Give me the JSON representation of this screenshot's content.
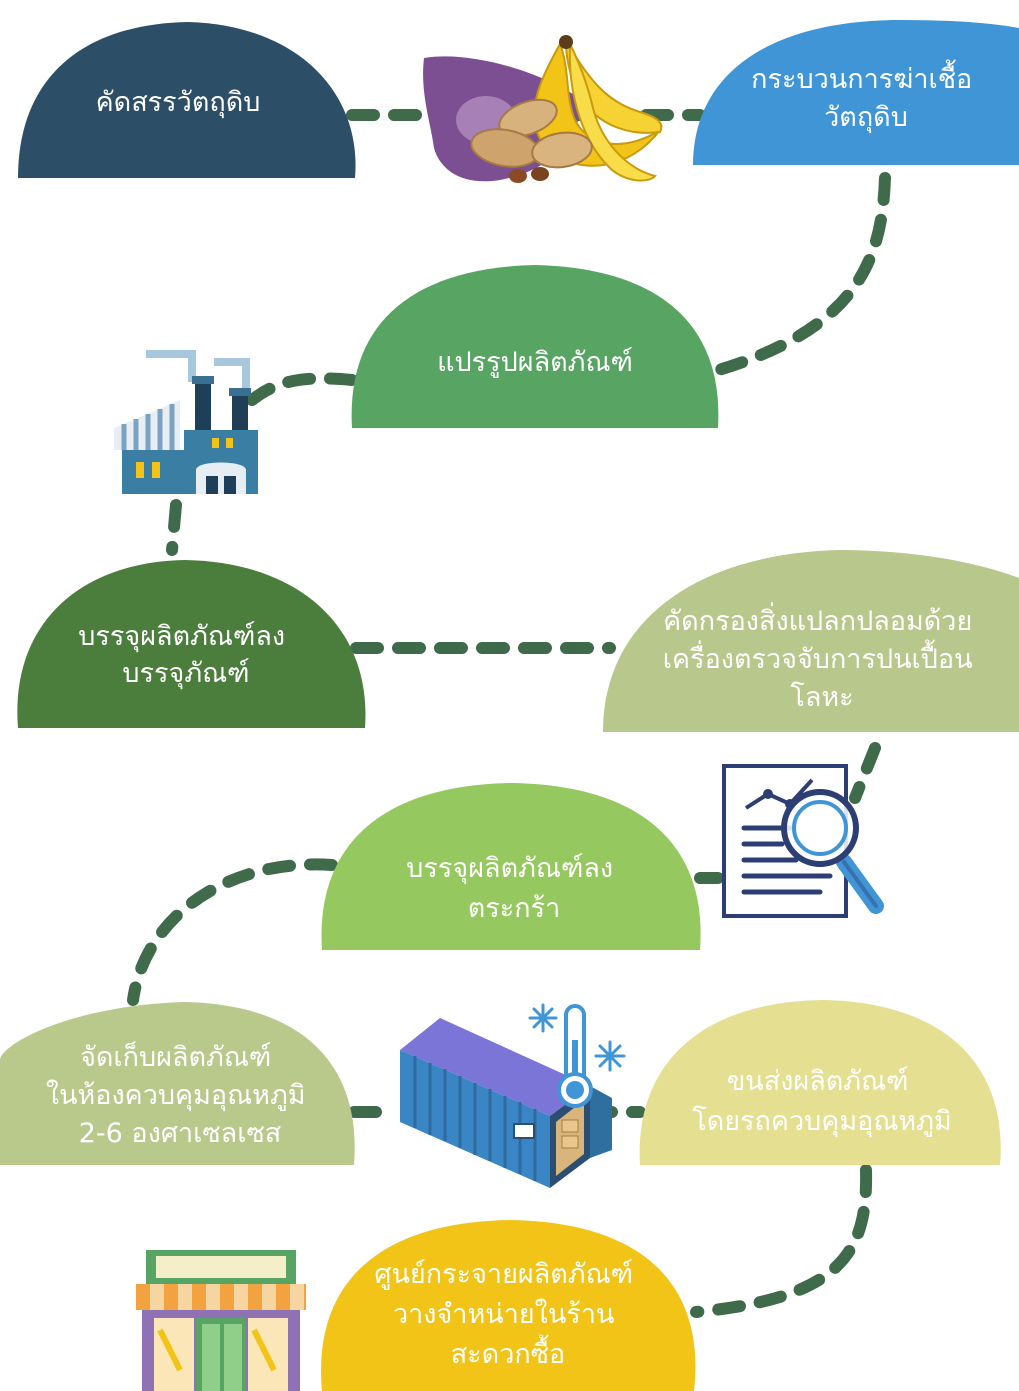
{
  "steps": {
    "raw_sorting": {
      "line1": "คัดสรรวัตถุดิบ"
    },
    "sterilization": {
      "line1": "กระบวนการฆ่าเชื้อ",
      "line2": "วัตถุดิบ"
    },
    "processing": {
      "line1": "แปรรูปผลิตภัณฑ์"
    },
    "packaging": {
      "line1": "บรรจุผลิตภัณฑ์ลง",
      "line2": "บรรจุภัณฑ์"
    },
    "metal_detection": {
      "line1": "คัดกรองสิ่งแปลกปลอมด้วย",
      "line2": "เครื่องตรวจจับการปนเปื้อน",
      "line3": "โลหะ"
    },
    "basket_packing": {
      "line1": "บรรจุผลิตภัณฑ์ลง",
      "line2": "ตระกร้า"
    },
    "cold_storage": {
      "line1": "จัดเก็บผลิตภัณฑ์",
      "line2": "ในห้องควบคุมอุณหภูมิ",
      "line3": "2-6 องศาเซลเซส"
    },
    "cold_transport": {
      "line1": "ขนส่งผลิตภัณฑ์",
      "line2": "โดยรถควบคุมอุณหภูมิ"
    },
    "distribution": {
      "line1": "ศูนย์กระจายผลิตภัณฑ์",
      "line2": "วางจำหน่ายในร้าน",
      "line3": "สะดวกซื้อ"
    }
  },
  "colors": {
    "connector": "#3f6b4b",
    "raw_sorting": "#2c4f67",
    "sterilization": "#3f95d6",
    "processing": "#57a463",
    "packaging": "#4b7d3c",
    "metal_detection": "#b8c78c",
    "basket_packing": "#95c85e",
    "cold_storage": "#b9c98c",
    "cold_transport": "#e5df92",
    "distribution": "#f2c418"
  },
  "icons": [
    "raw-materials-icon",
    "factory-icon",
    "document-search-icon",
    "refrigerated-container-icon",
    "thermometer-icon",
    "snowflake-icon",
    "convenience-store-icon"
  ]
}
